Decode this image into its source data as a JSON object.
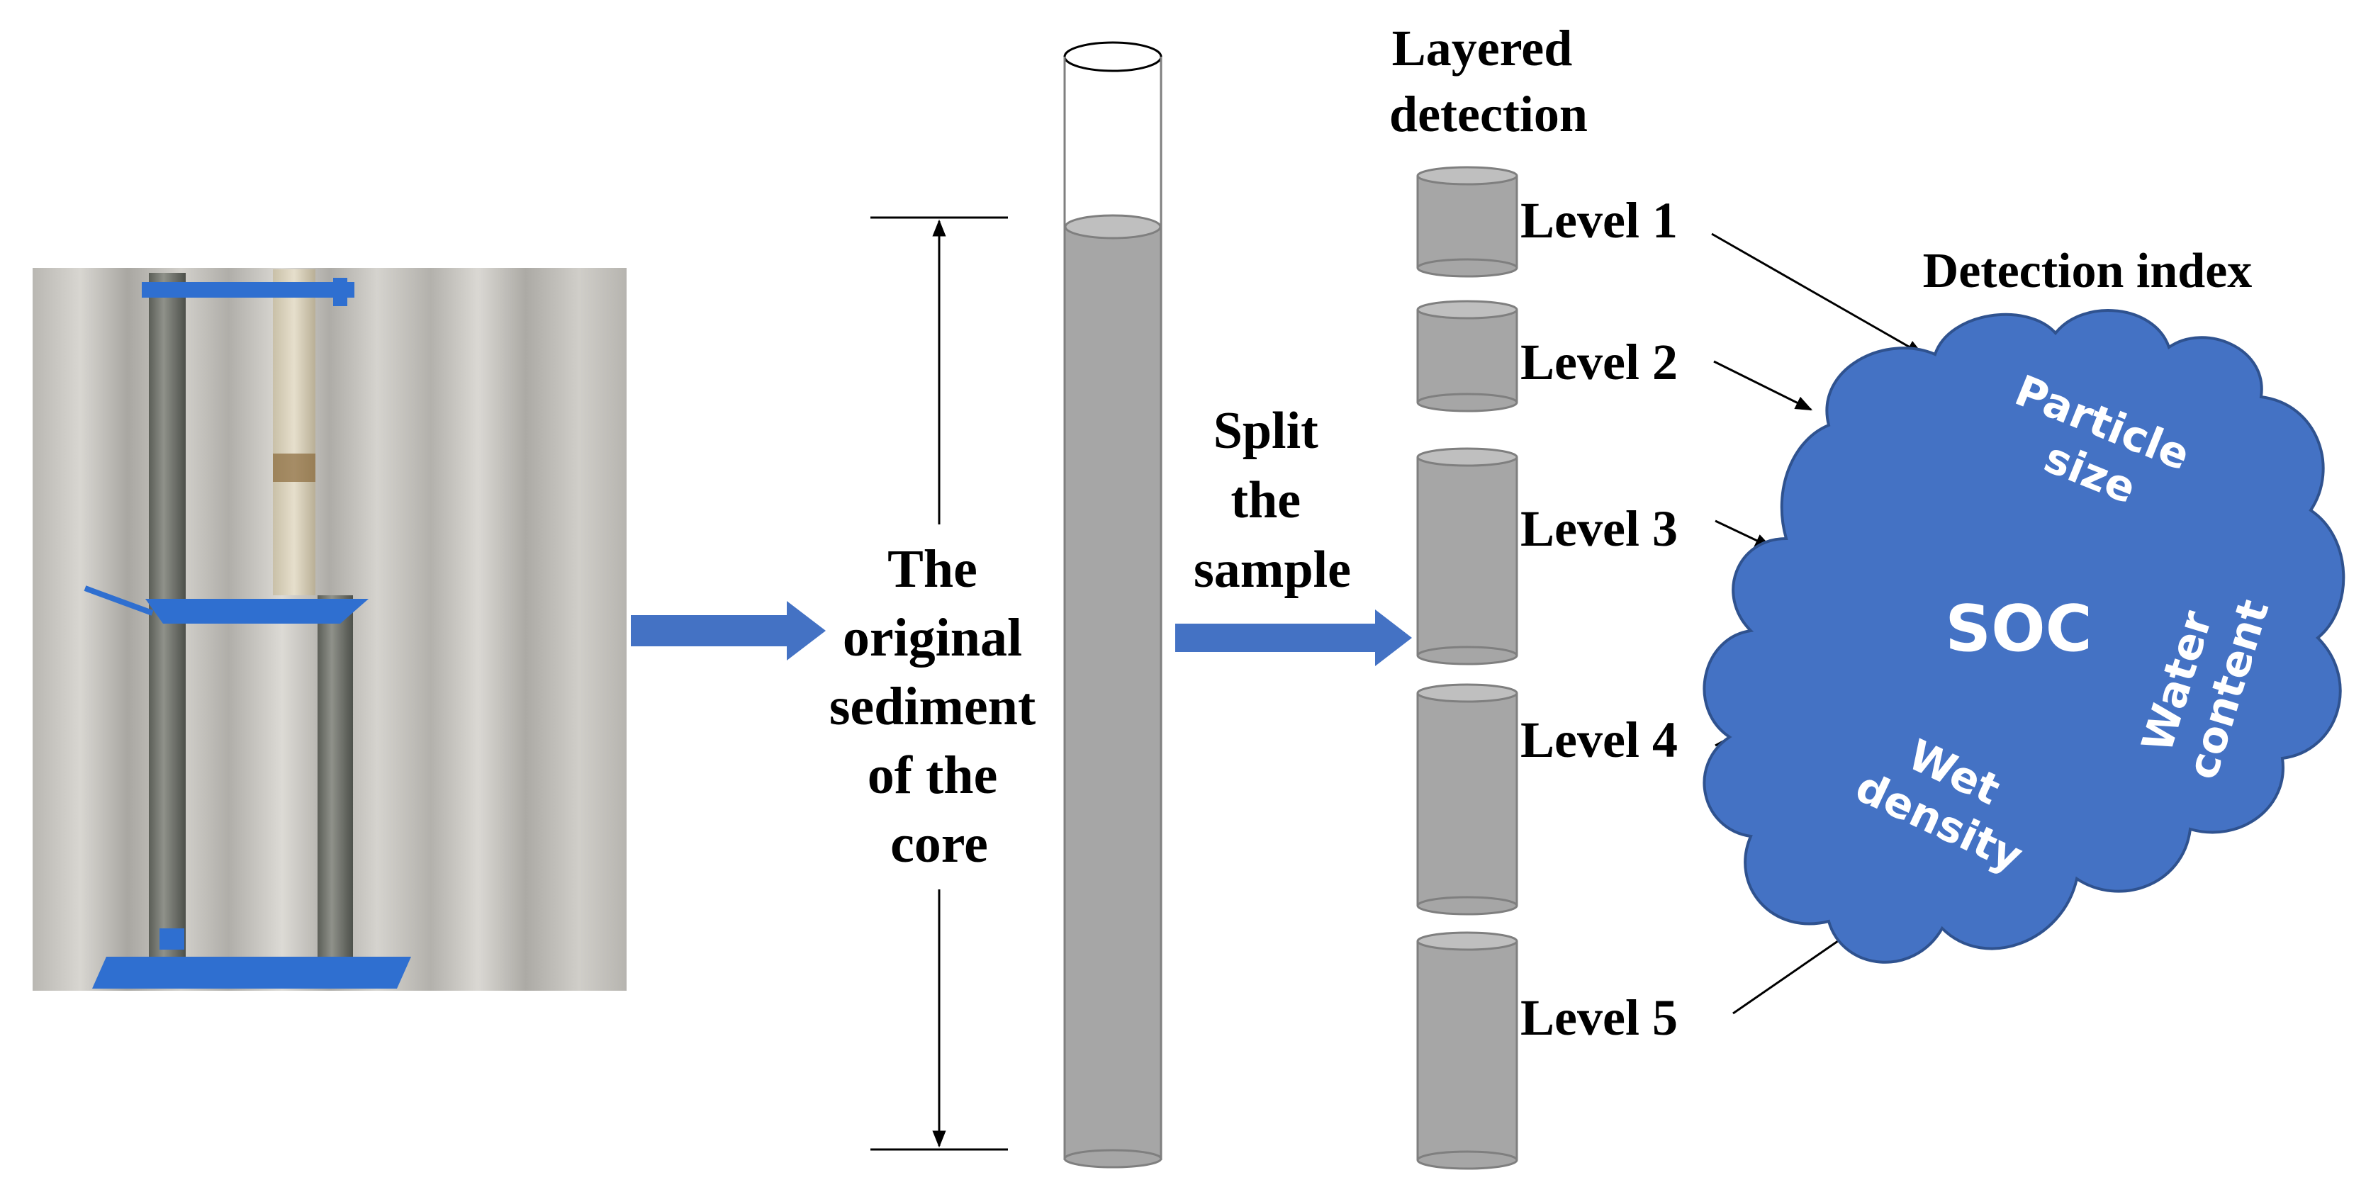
{
  "photo": {
    "description_icon": "sediment-core-sampler-photo"
  },
  "core_label": {
    "lines": [
      "The",
      "original",
      "sediment",
      "of the",
      "core"
    ]
  },
  "split_label": {
    "lines": [
      "Split",
      "the",
      "sample"
    ]
  },
  "layered_title": {
    "lines": [
      "Layered",
      "detection"
    ]
  },
  "levels": [
    "Level 1",
    "Level 2",
    "Level 3",
    "Level 4",
    "Level 5"
  ],
  "detection": {
    "title": "Detection index",
    "center": "SOC",
    "particle": [
      "Particle",
      "size"
    ],
    "water": [
      "Water",
      "content"
    ],
    "wet": [
      "Wet",
      "density"
    ]
  },
  "colors": {
    "cloud": "#4472C4",
    "cloud_stroke": "#2F528F",
    "arrow": "#4472C4",
    "cylinder": "#A6A6A6",
    "cylinder_dark": "#7F7F7F"
  }
}
